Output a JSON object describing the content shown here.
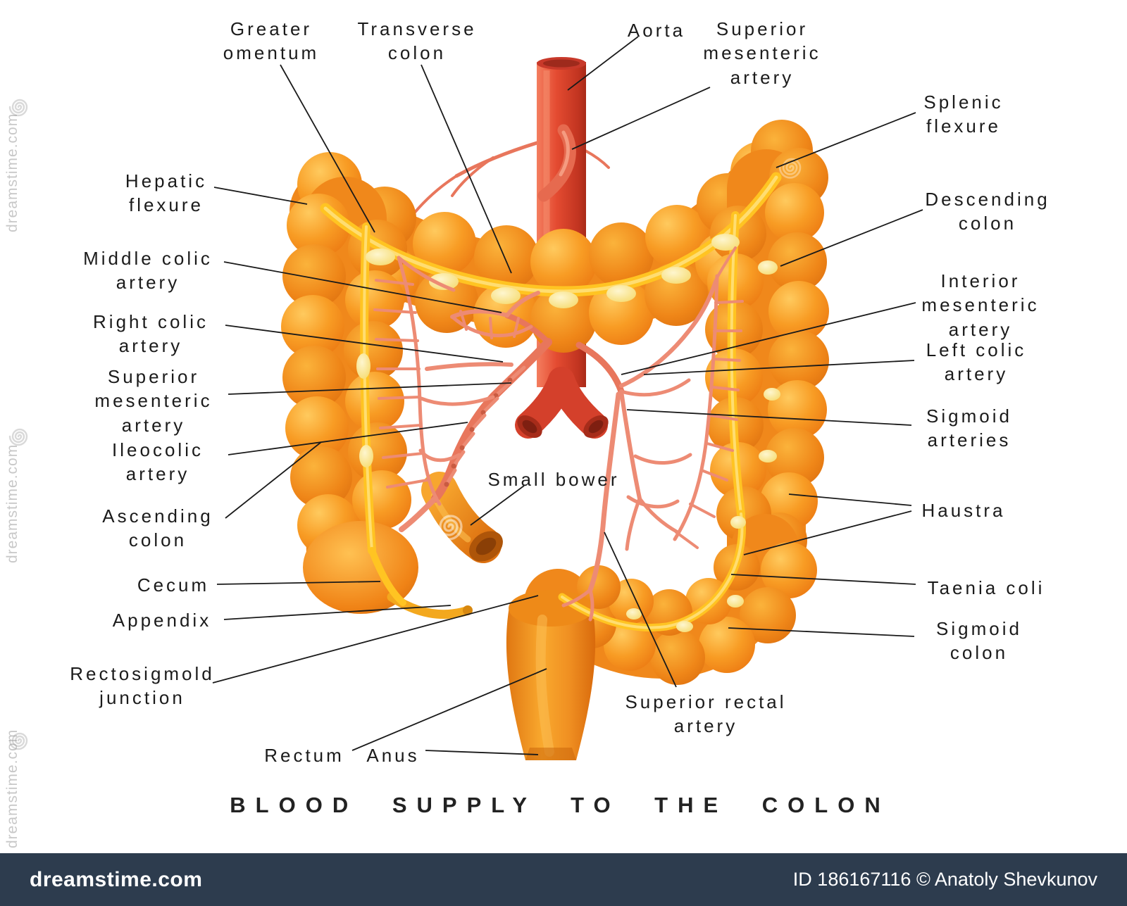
{
  "title": "BLOOD SUPPLY TO THE COLON",
  "labels": {
    "greater_omentum": "Greater\nomentum",
    "transverse_colon": "Transverse\ncolon",
    "aorta": "Aorta",
    "superior_mesenteric_artery_top": "Superior\nmesenteric\nartery",
    "splenic_flexure": "Splenic\nflexure",
    "descending_colon": "Descending\ncolon",
    "interior_mesenteric_artery": "Interior\nmesenteric\nartery",
    "left_colic_artery": "Left colic\nartery",
    "sigmoid_arteries": "Sigmoid\narteries",
    "haustra": "Haustra",
    "taenia_coli": "Taenia coli",
    "sigmoid_colon": "Sigmoid\ncolon",
    "hepatic_flexure": "Hepatic\nflexure",
    "middle_colic_artery": "Middle colic\nartery",
    "right_colic_artery": "Right colic\nartery",
    "superior_mesenteric_artery_left": "Superior\nmesenteric\nartery",
    "ileocolic_artery": "Ileocolic\nartery",
    "ascending_colon": "Ascending\ncolon",
    "cecum": "Cecum",
    "appendix": "Appendix",
    "rectosigmoid_junction": "Rectosigmold\njunction",
    "rectum": "Rectum",
    "anus": "Anus",
    "small_bower": "Small bower",
    "superior_rectal_artery": "Superior rectal\nartery"
  },
  "watermark": {
    "site": "dreamstime.com",
    "credit": "ID 186167116 © Anatoly Shevkunov",
    "side_text": "dreamstime.com"
  },
  "colors": {
    "colon_orange": "#F79420",
    "colon_dark": "#DD6E0E",
    "taenia_yellow": "#FFC422",
    "omentum_cream": "#F6DC74",
    "aorta_red": "#E44B31",
    "vessel_pink": "#ED8B74",
    "label_text": "#1B1B1B",
    "watermark_bar": "#2D3C4E"
  }
}
